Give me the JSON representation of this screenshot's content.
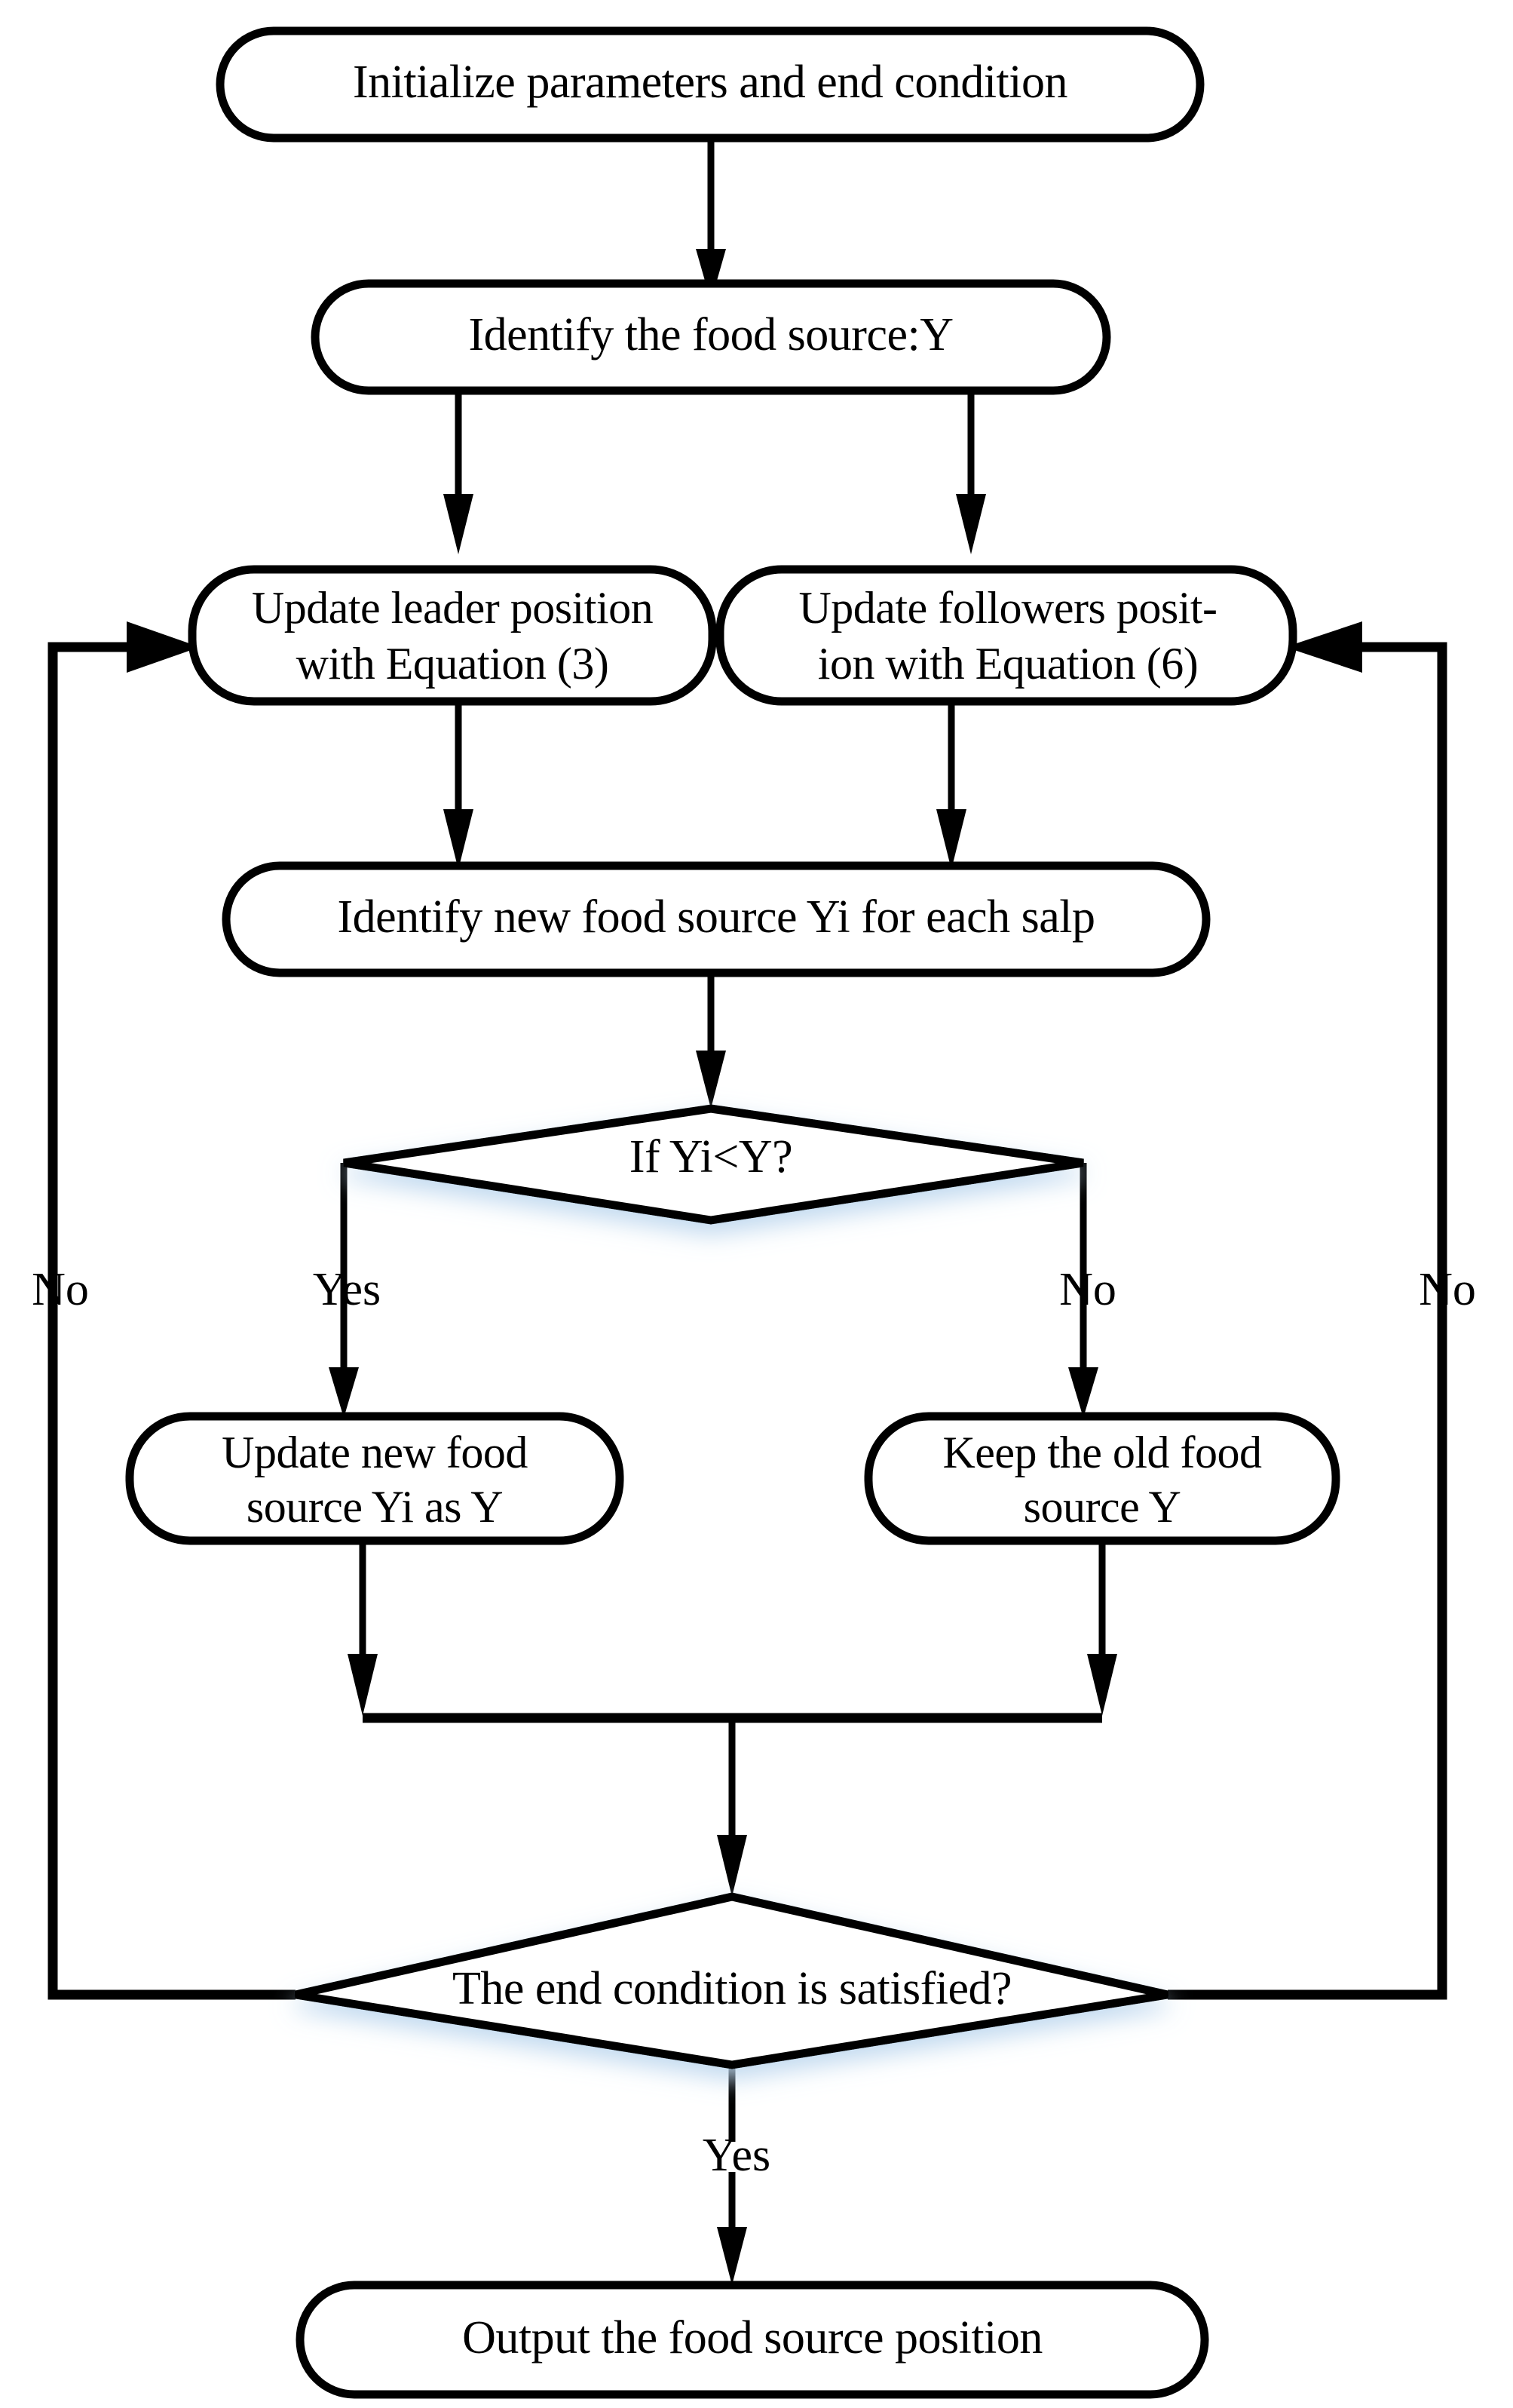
{
  "diagram": {
    "title": "Salp Swarm Algorithm Flowchart",
    "background_color": "#ffffff",
    "line_color": "#000000",
    "shadow_color": "#cfe2f3",
    "nodes": {
      "initialize": {
        "label": "Initialize parameters and end condition",
        "shape": "rounded-rectangle"
      },
      "identify_food_source": {
        "label": "Identify the food source:Y",
        "shape": "rounded-rectangle"
      },
      "update_leader_line1": {
        "label": "Update leader position",
        "shape": "rounded-rectangle"
      },
      "update_leader_line2": {
        "label": "with Equation (3)",
        "shape": "rounded-rectangle"
      },
      "update_followers_line1": {
        "label": "Update followers posit-",
        "shape": "rounded-rectangle"
      },
      "update_followers_line2": {
        "label": "ion with Equation (6)",
        "shape": "rounded-rectangle"
      },
      "identify_new_food_source": {
        "label": "Identify new food source Yi for each salp",
        "shape": "rounded-rectangle"
      },
      "decision_compare": {
        "label": "If Yi<Y?",
        "shape": "diamond"
      },
      "update_new_line1": {
        "label": "Update new food",
        "shape": "rounded-rectangle"
      },
      "update_new_line2": {
        "label": "source Yi as Y",
        "shape": "rounded-rectangle"
      },
      "keep_old_line1": {
        "label": "Keep the old food",
        "shape": "rounded-rectangle"
      },
      "keep_old_line2": {
        "label": "source Y",
        "shape": "rounded-rectangle"
      },
      "decision_end": {
        "label": "The end condition is satisfied?",
        "shape": "diamond"
      },
      "output": {
        "label": "Output the food source position",
        "shape": "rounded-rectangle"
      }
    },
    "edge_labels": {
      "loop_left_no": "No",
      "compare_yes": "Yes",
      "compare_no": "No",
      "loop_right_no": "No",
      "end_yes": "Yes"
    }
  }
}
